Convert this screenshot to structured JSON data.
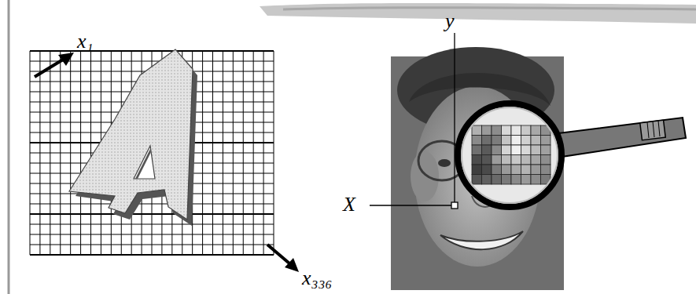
{
  "diagram": {
    "labels": [
      "x₁",
      "x₃₃₆",
      "y",
      "X"
    ]
  }
}
